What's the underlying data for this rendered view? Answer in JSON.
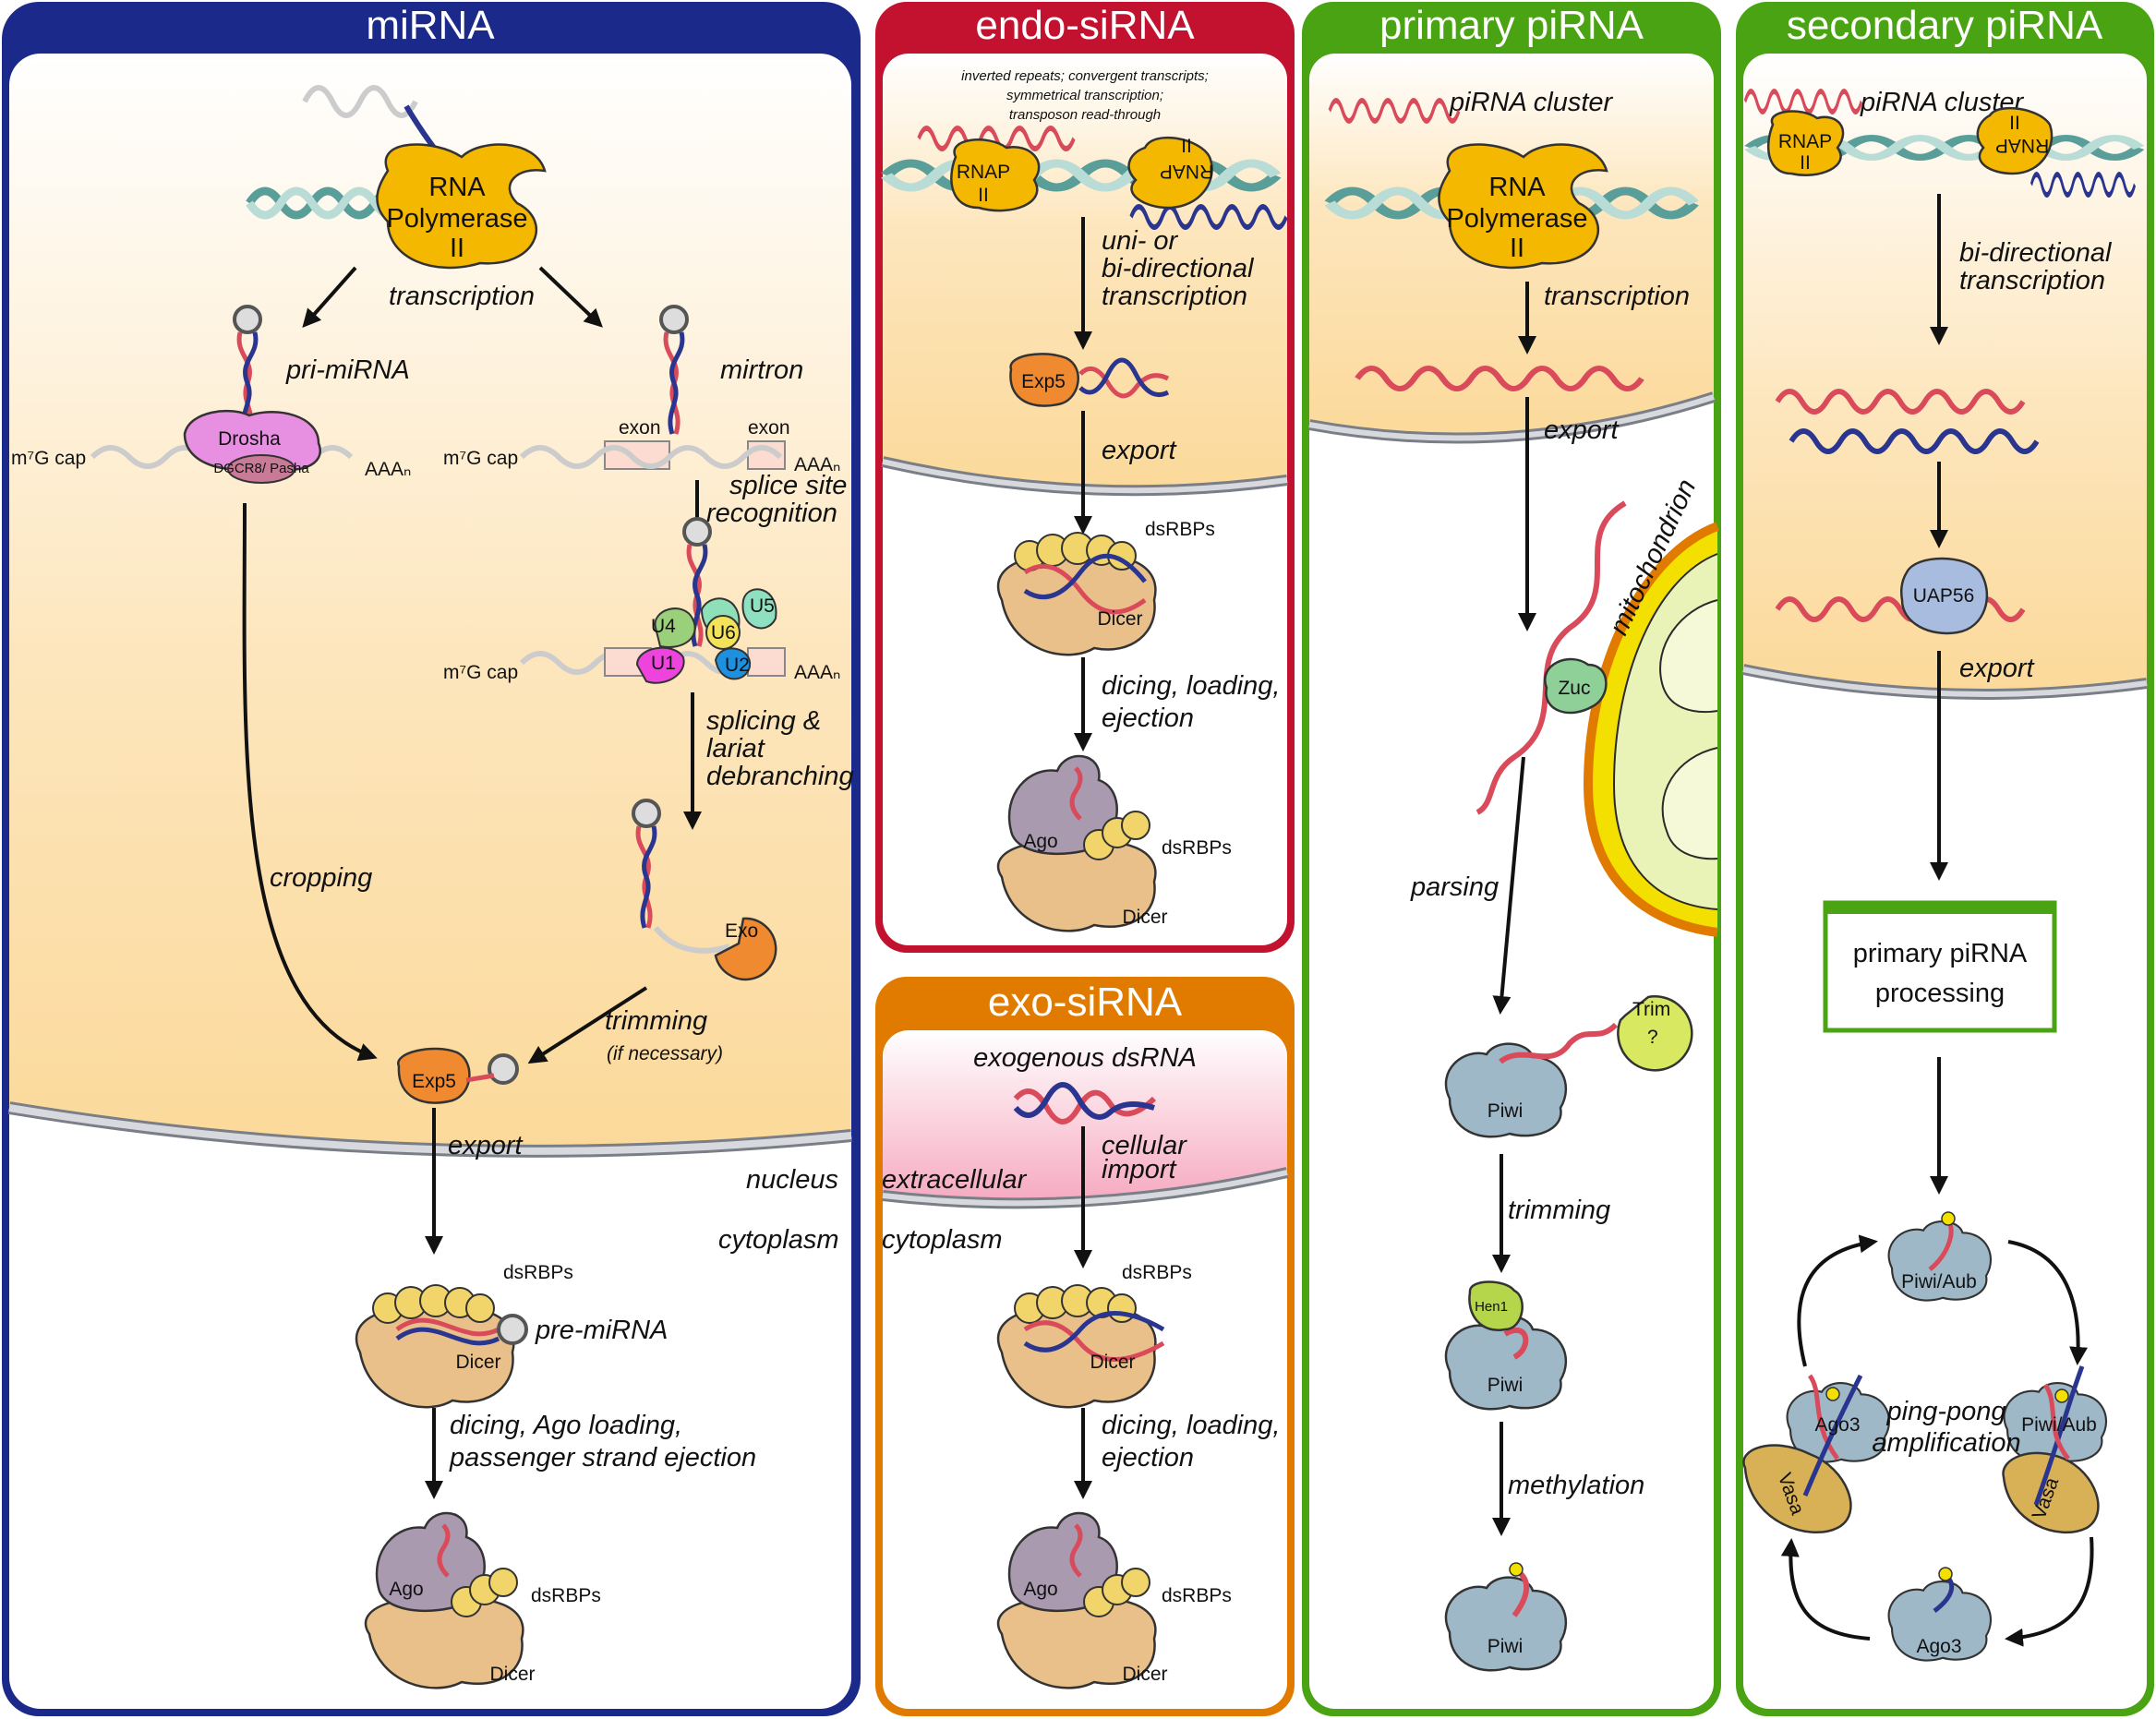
{
  "panels": {
    "mirna": {
      "title": "miRNA",
      "color": "#1b2a8a",
      "rnap": [
        "RNA",
        "Polymerase",
        "II"
      ],
      "transcription": "transcription",
      "pri_mirna": "pri-miRNA",
      "mirtron": "mirtron",
      "drosha": "Drosha",
      "dgcr8": "DGCR8/ Pasha",
      "cap": "m⁷G cap",
      "polya": "AAAₙ",
      "exon": "exon",
      "splice_site": "splice site recognition",
      "splicing": "splicing & lariat debranching",
      "snrnps": [
        "U4",
        "U5",
        "U6",
        "U1",
        "U2"
      ],
      "cropping": "cropping",
      "trimming": "trimming",
      "if_necessary": "(if necessary)",
      "exo": "Exo",
      "exp5": "Exp5",
      "export": "export",
      "nucleus": "nucleus",
      "cytoplasm": "cytoplasm",
      "dsrbps": "dsRBPs",
      "pre_mirna": "pre-miRNA",
      "dicer": "Dicer",
      "dicing": "dicing, Ago loading, passenger strand ejection",
      "ago": "Ago"
    },
    "endo": {
      "title": "endo-siRNA",
      "color": "#c2122f",
      "note": [
        "inverted repeats; convergent transcripts;",
        "symmetrical transcription;",
        "transposon read-through"
      ],
      "rnap": "RNAP",
      "rnap_sub": "II",
      "transcription": "uni- or bi-directional transcription",
      "exp5": "Exp5",
      "export": "export",
      "dsrbps": "dsRBPs",
      "dicer": "Dicer",
      "dicing": "dicing, loading, ejection",
      "ago": "Ago"
    },
    "exo": {
      "title": "exo-siRNA",
      "color": "#e07b00",
      "exogenous": "exogenous dsRNA",
      "import": "cellular import",
      "extracellular": "extracellular",
      "cytoplasm": "cytoplasm",
      "dsrbps": "dsRBPs",
      "dicer": "Dicer",
      "dicing": "dicing, loading, ejection",
      "ago": "Ago"
    },
    "primary": {
      "title": "primary piRNA",
      "color": "#4aa312",
      "cluster": "piRNA cluster",
      "rnap": [
        "RNA",
        "Polymerase",
        "II"
      ],
      "transcription": "transcription",
      "export": "export",
      "mitochondrion": "mitochondrion",
      "zuc": "Zuc",
      "parsing": "parsing",
      "piwi": "Piwi",
      "trim": "Trim",
      "trim_q": "?",
      "trimming": "trimming",
      "hen1": "Hen1",
      "methylation": "methylation"
    },
    "secondary": {
      "title": "secondary piRNA",
      "color": "#4aa312",
      "cluster": "piRNA cluster",
      "rnap": "RNAP",
      "rnap_sub": "II",
      "transcription": "bi-directional transcription",
      "uap56": "UAP56",
      "export": "export",
      "processing": "primary piRNA processing",
      "piwi_aub": "Piwi/Aub",
      "ago3": "Ago3",
      "vasa": "Vasa",
      "pingpong": "ping-pong amplification"
    }
  },
  "colors": {
    "nucleus_gradient": "#fbd99a",
    "membrane": "#b8bcc4",
    "polymerase": "#f5b800",
    "dicer": "#eac08a",
    "dsrbp": "#f1d56a",
    "ago": "#aa9ab0",
    "piwi": "#9fb8c8",
    "exp5": "#f08a30",
    "drosha": "#e78fe0",
    "dgcr8": "#c97a96",
    "uap56": "#a8bce0",
    "vasa": "#d8b055",
    "zuc": "#8fcf98",
    "trim": "#d8e860",
    "hen1": "#b5d54a",
    "red_rna": "#d94a5a",
    "blue_rna": "#2a3590"
  },
  "icons": [
    "dna-helix",
    "rna-polymerase",
    "hairpin",
    "dicer",
    "ago",
    "piwi",
    "vasa",
    "mitochondrion"
  ]
}
